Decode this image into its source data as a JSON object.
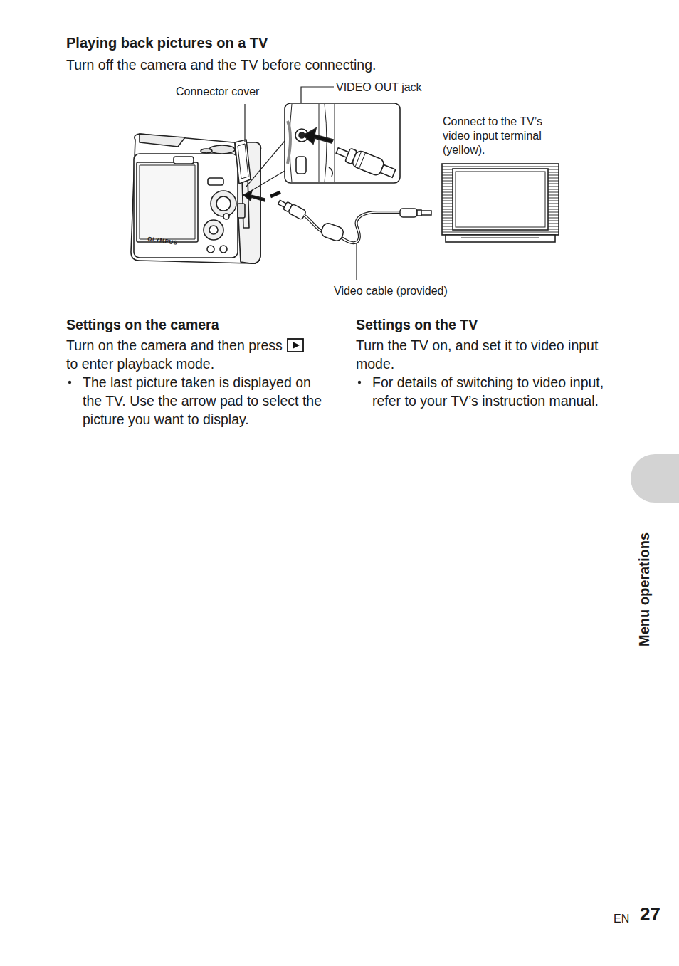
{
  "diagram": {
    "title": "Playing back pictures on a TV",
    "labels": [
      "Turn off the camera and the TV before connecting.",
      "Connector cover",
      "VIDEO OUT jack",
      "Connect to the TV’s video input terminal (yellow).",
      "OLYMPUS",
      "Video cable (provided)",
      "Settings on the camera",
      "Turn on the camera and then press",
      "to enter playback mode.",
      "The last picture taken is displayed on the TV. Use the arrow pad to select the picture you want to display.",
      "Settings on the TV",
      "Turn the TV on, and set it to video input mode.",
      "For details of switching to video input, refer to your TV’s instruction manual.",
      "Menu operations",
      "EN",
      "27"
    ]
  }
}
